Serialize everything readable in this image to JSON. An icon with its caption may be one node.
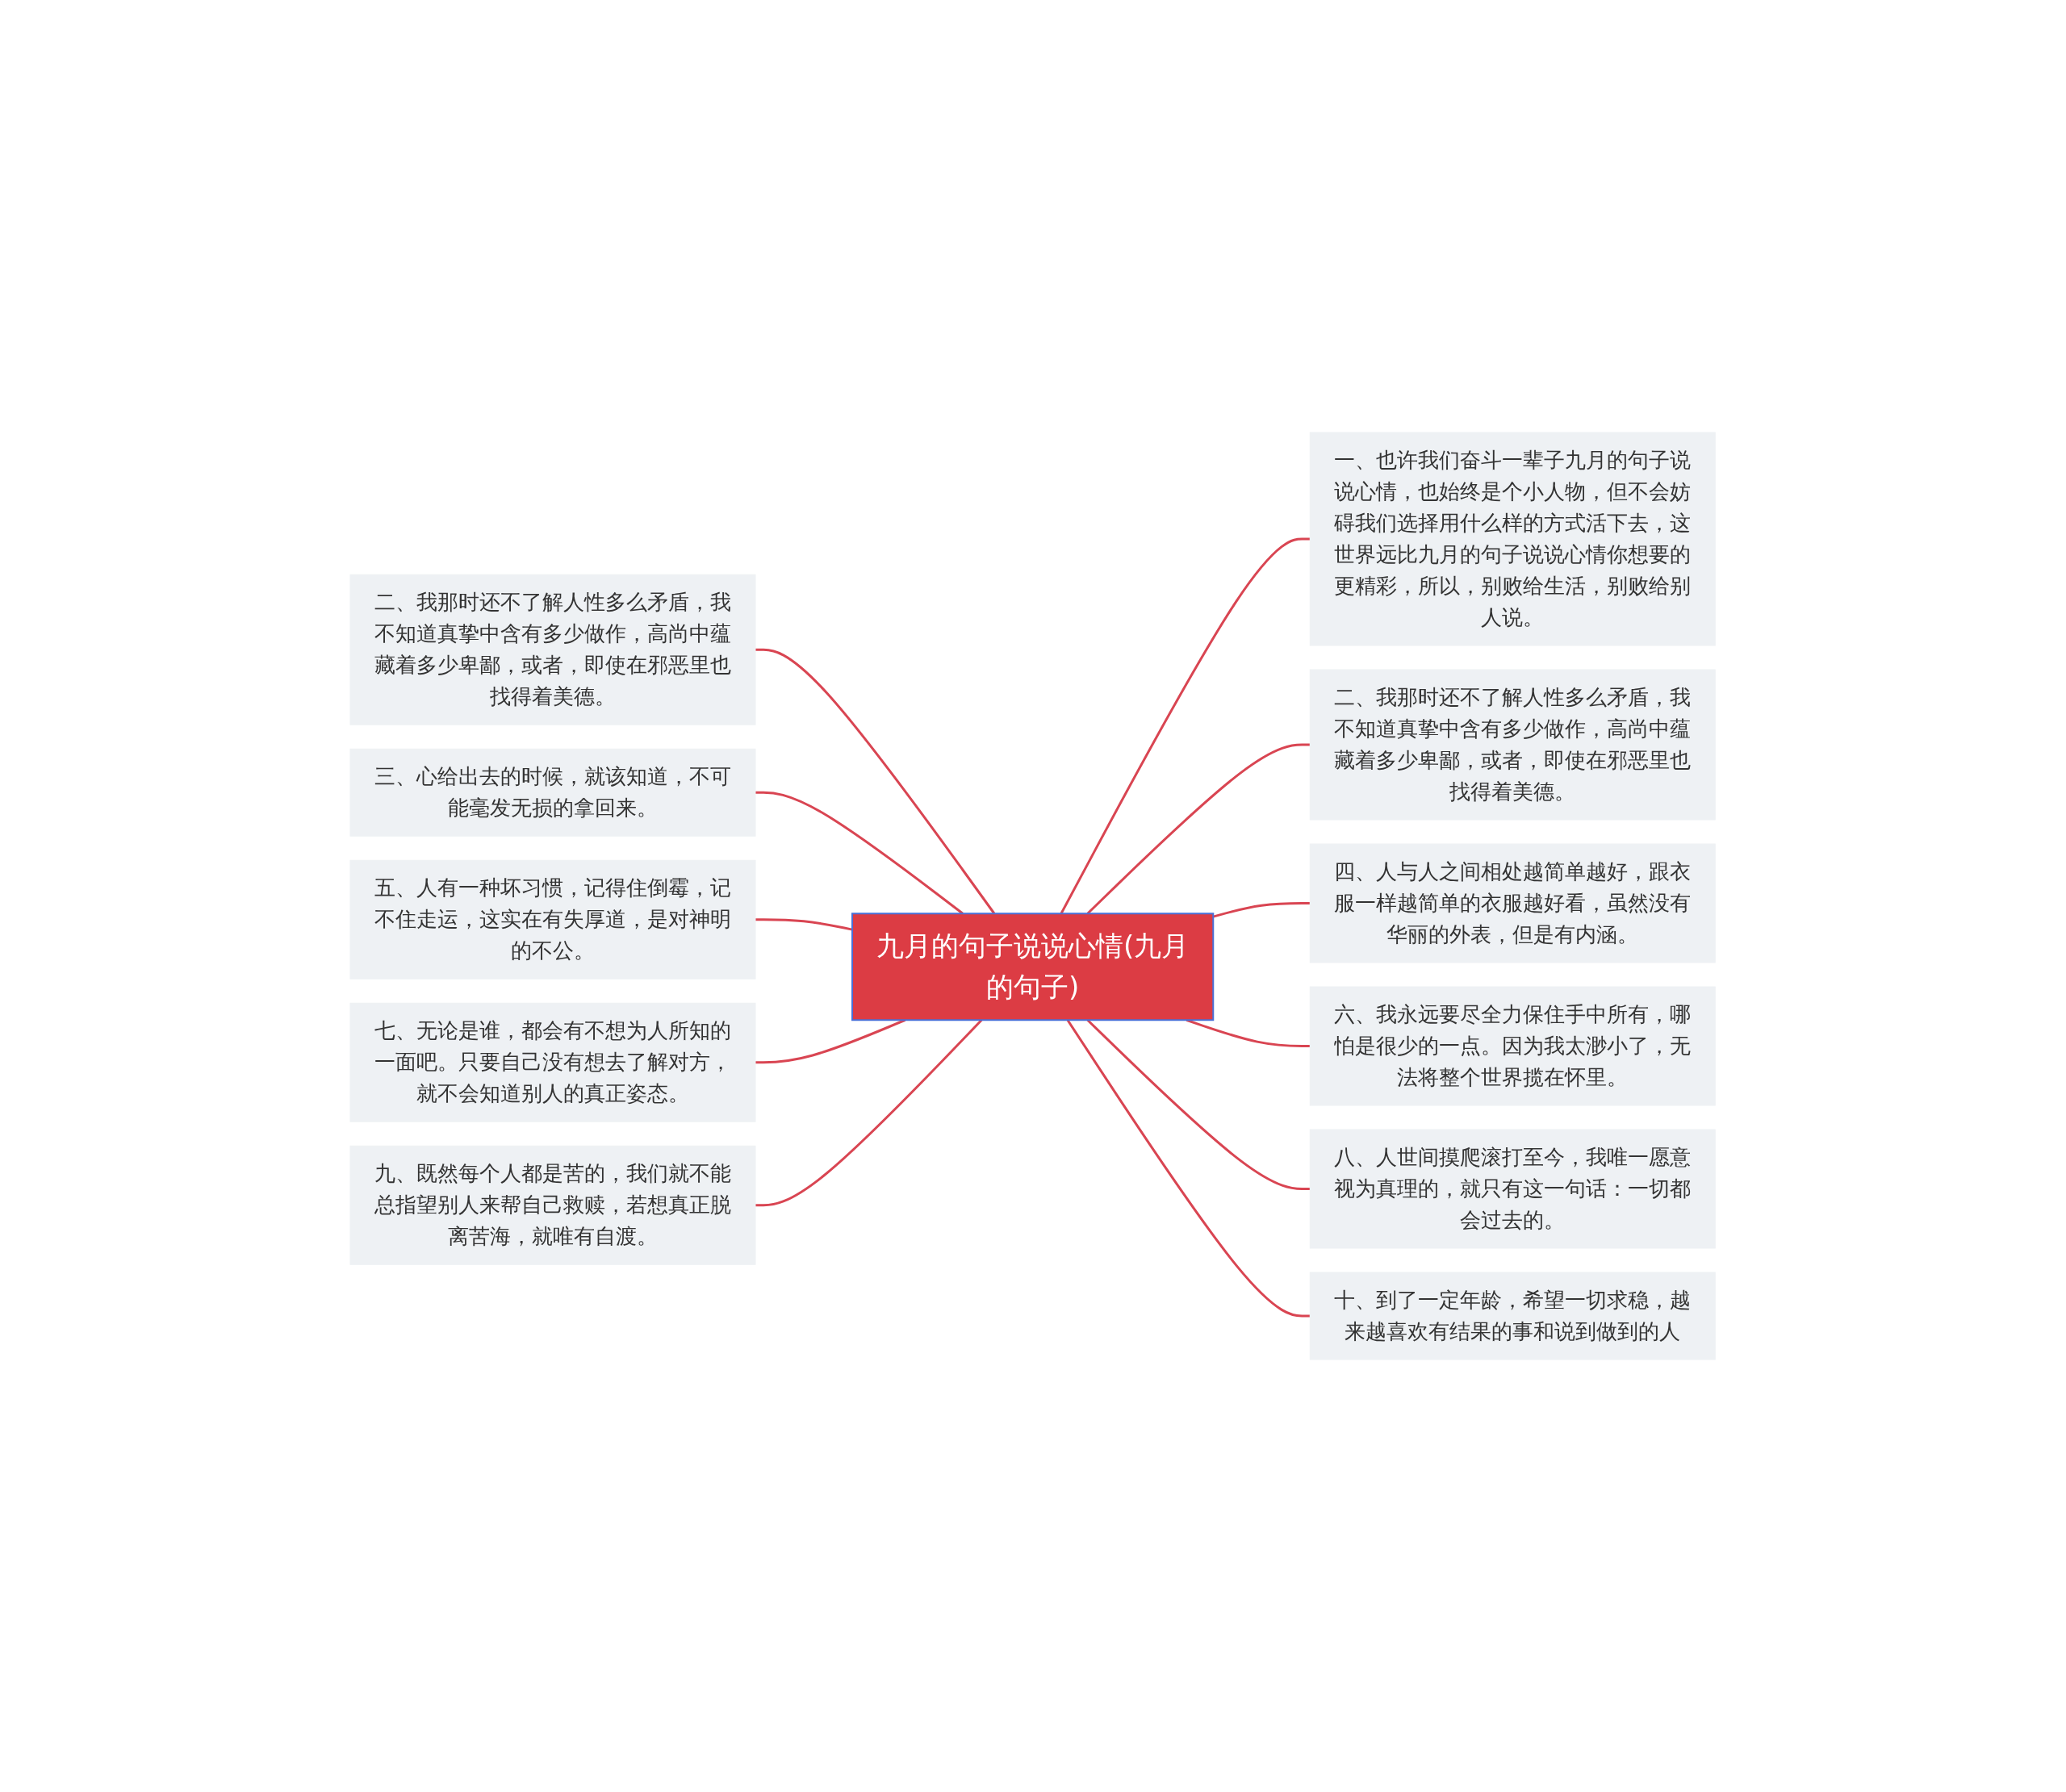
{
  "diagram": {
    "nodes": [
      {
        "text": [
          "九月的句子说说心情(九月的句子)"
        ]
      },
      {
        "text": [
          "二、我那时还不了解人性多么矛盾，我不知道真挚中含有多少做作，高尚中蕴藏着多少卑鄙，或者，即使在邪恶里也找得着美德。"
        ]
      },
      {
        "text": [
          "三、心给出去的时候，就该知道，不可能毫发无损的拿回来。"
        ]
      },
      {
        "text": [
          "五、人有一种坏习惯，记得住倒霉，记不住走运，这实在有失厚道，是对神明的不公。"
        ]
      },
      {
        "text": [
          "七、无论是谁，都会有不想为人所知的一面吧。只要自己没有想去了解对方，就不会知道别人的真正姿态。"
        ]
      },
      {
        "text": [
          "九、既然每个人都是苦的，我们就不能总指望别人来帮自己救赎，若想真正脱离苦海，就唯有自渡。"
        ]
      },
      {
        "text": [
          "一、也许我们奋斗一辈子九月的句子说说心情，也始终是个小人物，但不会妨碍我们选择用什么样的方式活下去，这世界远比九月的句子说说心情你想要的更精彩，所以，别败给生活，别败给别人说。"
        ]
      },
      {
        "text": [
          "二、我那时还不了解人性多么矛盾，我不知道真挚中含有多少做作，高尚中蕴藏着多少卑鄙，或者，即使在邪恶里也找得着美德。"
        ]
      },
      {
        "text": [
          "四、人与人之间相处越简单越好，跟衣服一样越简单的衣服越好看，虽然没有华丽的外表，但是有内涵。"
        ]
      },
      {
        "text": [
          "六、我永远要尽全力保住手中所有，哪怕是很少的一点。因为我太渺小了，无法将整个世界揽在怀里。"
        ]
      },
      {
        "text": [
          "八、人世间摸爬滚打至今，我唯一愿意视为真理的，就只有这一句话：一切都会过去的。"
        ]
      },
      {
        "text": [
          "十、到了一定年龄，希望一切求稳，越来越喜欢有结果的事和说到做到的人"
        ]
      }
    ],
    "edges": [
      {
        "from": 0,
        "to": 1,
        "arrow": "none"
      },
      {
        "from": 0,
        "to": 2,
        "arrow": "none"
      },
      {
        "from": 0,
        "to": 3,
        "arrow": "none"
      },
      {
        "from": 0,
        "to": 4,
        "arrow": "none"
      },
      {
        "from": 0,
        "to": 5,
        "arrow": "none"
      },
      {
        "from": 0,
        "to": 6,
        "arrow": "none"
      },
      {
        "from": 0,
        "to": 7,
        "arrow": "none"
      },
      {
        "from": 0,
        "to": 8,
        "arrow": "none"
      },
      {
        "from": 0,
        "to": 9,
        "arrow": "none"
      },
      {
        "from": 0,
        "to": 10,
        "arrow": "none"
      },
      {
        "from": 0,
        "to": 11,
        "arrow": "none"
      }
    ]
  }
}
